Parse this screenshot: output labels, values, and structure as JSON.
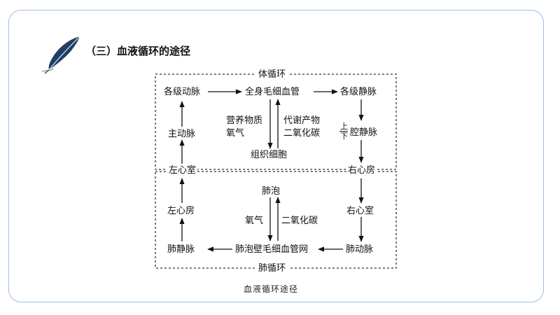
{
  "heading": "（三）血液循环的途径",
  "systemic_label": "体循环",
  "pulmonary_label": "肺循环",
  "caption": "血液循环途径",
  "nodes": {
    "arteries": "各级动脉",
    "capillaries": "全身毛细血管",
    "veins": "各级静脉",
    "aorta": "主动脉",
    "nutrients": "营养物质",
    "oxygen_top": "氧气",
    "wastes": "代谢产物",
    "co2_top": "二氧化碳",
    "upper": "上",
    "lower": "下",
    "vena_cava": "腔静脉",
    "tissue_cells": "组织细胞",
    "left_ventricle": "左心室",
    "right_atrium": "右心房",
    "alveoli": "肺泡",
    "left_atrium": "左心房",
    "right_ventricle": "右心室",
    "oxygen_bottom": "氧气",
    "co2_bottom": "二氧化碳",
    "pulmonary_vein": "肺静脉",
    "alveolar_capillaries": "肺泡壁毛细血管网",
    "pulmonary_artery": "肺动脉"
  },
  "colors": {
    "frame_border": "#9dbde6",
    "feather": "#1f3f66"
  },
  "icons": {
    "feather": "feather-quill-icon"
  }
}
